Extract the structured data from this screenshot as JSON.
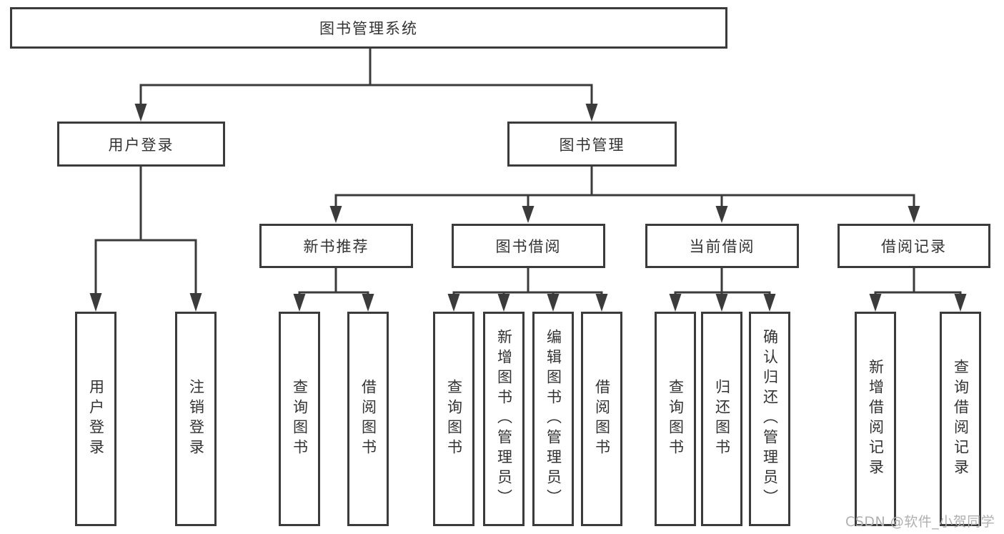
{
  "diagram": {
    "root": "图书管理系统",
    "branches": [
      {
        "label": "用户登录",
        "leaves": [
          "用户登录",
          "注销登录"
        ]
      },
      {
        "label": "图书管理",
        "groups": [
          {
            "label": "新书推荐",
            "leaves": [
              "查询图书",
              "借阅图书"
            ]
          },
          {
            "label": "图书借阅",
            "leaves": [
              "查询图书",
              "新增图书（管理员）",
              "编辑图书（管理员）",
              "借阅图书"
            ]
          },
          {
            "label": "当前借阅",
            "leaves": [
              "查询图书",
              "归还图书",
              "确认归还（管理员）"
            ]
          },
          {
            "label": "借阅记录",
            "leaves": [
              "新增借阅记录",
              "查询借阅记录"
            ]
          }
        ]
      }
    ]
  },
  "watermark": "CSDN @软件_小贺同学",
  "colors": {
    "line": "#3b3b3b",
    "text": "#333333",
    "watermark": "#b0b0b0",
    "background": "#ffffff"
  }
}
